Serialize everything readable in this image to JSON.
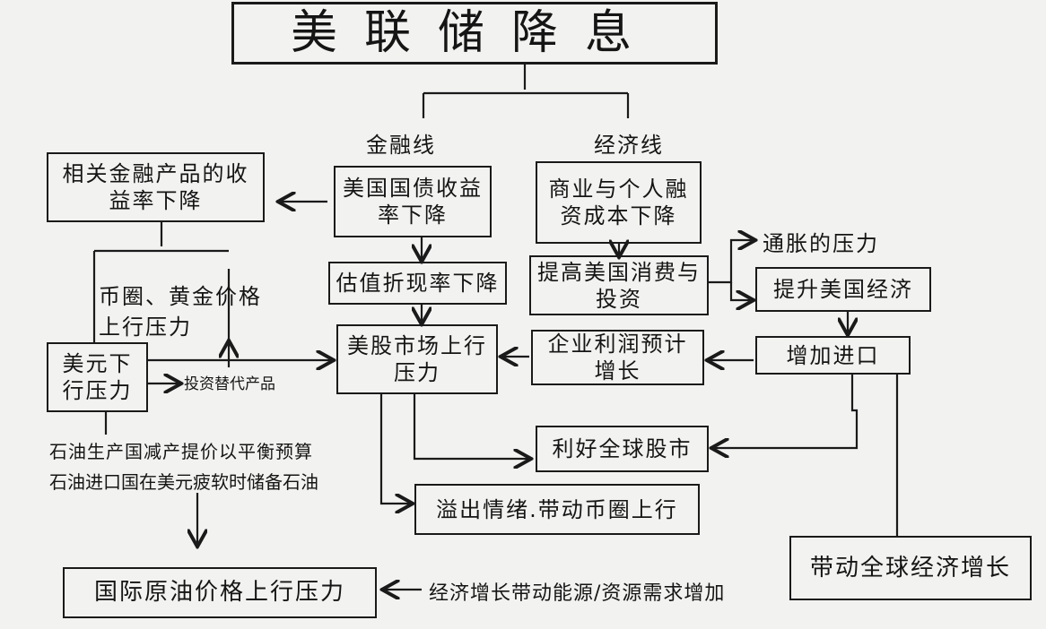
{
  "title": "美联储降息",
  "branches": {
    "finance": "金融线",
    "economy": "经济线"
  },
  "nodes": {
    "related_yield": "相关金融产品的收益率下降",
    "treasury_yield": "美国国债收益率下降",
    "financing_cost": "商业与个人融资成本下降",
    "inflation": "通胀的压力",
    "crypto_gold": "币圈、黄金价格上行压力",
    "discount_rate": "估值折现率下降",
    "consumption": "提高美国消费与投资",
    "us_economy": "提升美国经济",
    "usd_down": "美元下行压力",
    "stock_up": "美股市场上行压力",
    "profit": "企业利润预计增长",
    "imports": "增加进口",
    "alt_invest": "投资替代产品",
    "oil_producers": "石油生产国减产提价以平衡预算",
    "oil_importers": "石油进口国在美元疲软时储备石油",
    "global_stocks": "利好全球股市",
    "spillover": "溢出情绪.带动币圈上行",
    "global_growth": "带动全球经济增长",
    "oil_price": "国际原油价格上行压力",
    "energy_demand": "经济增长带动能源/资源需求增加"
  }
}
